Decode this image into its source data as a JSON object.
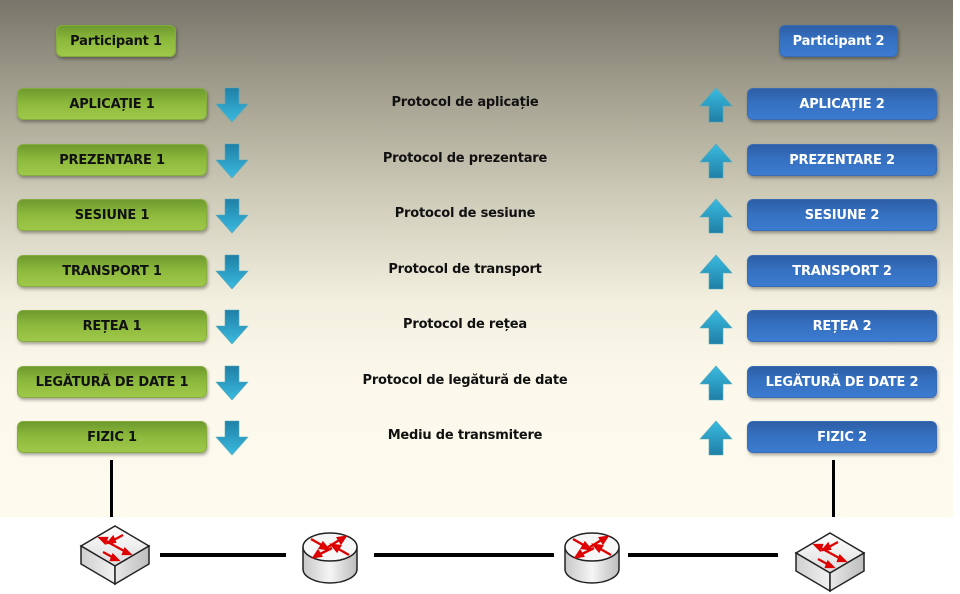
{
  "diagram": {
    "participants": [
      {
        "label": "Participant 1",
        "color": "#8bb83b"
      },
      {
        "label": "Participant 2",
        "color": "#3570c0"
      }
    ],
    "layers": [
      {
        "left": "APLICAȚIE 1",
        "protocol": "Protocol de aplicație",
        "right": "APLICAȚIE 2"
      },
      {
        "left": "PREZENTARE 1",
        "protocol": "Protocol de prezentare",
        "right": "PREZENTARE 2"
      },
      {
        "left": "SESIUNE 1",
        "protocol": "Protocol de sesiune",
        "right": "SESIUNE 2"
      },
      {
        "left": "TRANSPORT 1",
        "protocol": "Protocol de transport",
        "right": "TRANSPORT 2"
      },
      {
        "left": "REȚEA 1",
        "protocol": "Protocol de rețea",
        "right": "REȚEA 2"
      },
      {
        "left": "LEGĂTURĂ DE DATE 1",
        "protocol": "Protocol de legătură de date",
        "right": "LEGĂTURĂ DE DATE 2"
      },
      {
        "left": "FIZIC 1",
        "protocol": "Mediu de transmitere",
        "right": "FIZIC 2"
      }
    ],
    "arrows": {
      "left_direction": "down",
      "right_direction": "up",
      "color": "#2aa6cf"
    },
    "network": {
      "devices": [
        "switch-icon",
        "router-icon",
        "router-icon",
        "switch-icon"
      ],
      "accent": "#e00000"
    }
  }
}
